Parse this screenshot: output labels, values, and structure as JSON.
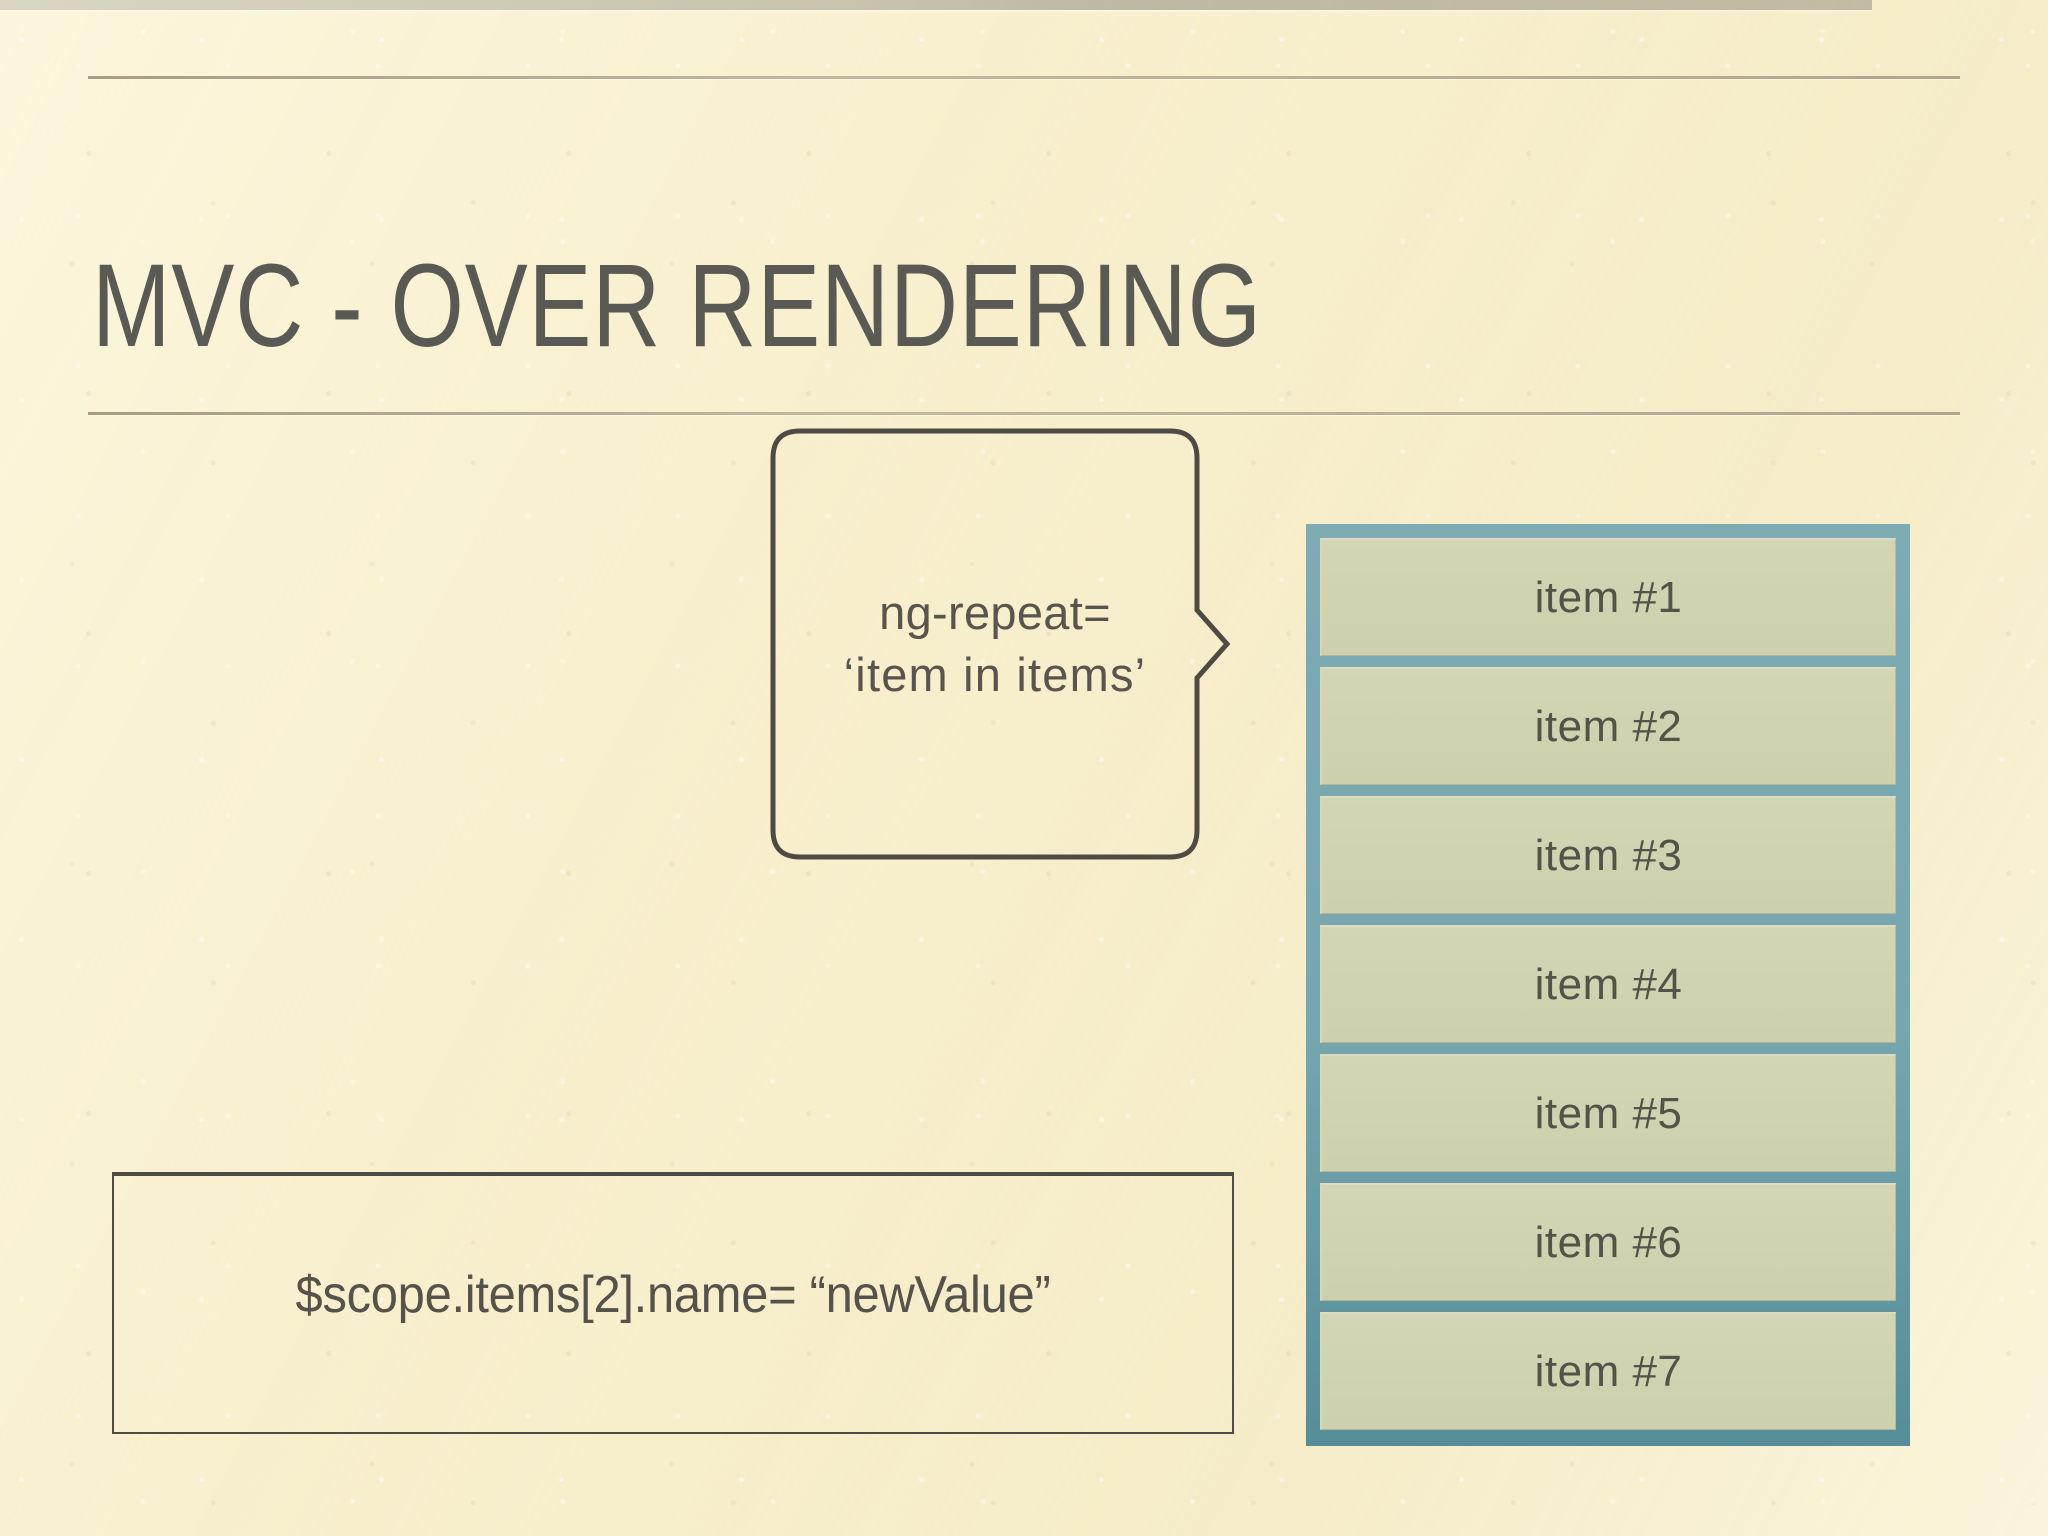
{
  "slide": {
    "title": "MVC - OVER RENDERING",
    "background_color": "#f8efcd",
    "rule_color": "#b8ab8c",
    "footer_rule_color": "#b9b5a0"
  },
  "callout": {
    "line1": "ng-repeat=",
    "line2": "‘item in items’",
    "border_color": "#4e4a44",
    "text_color": "#58544e"
  },
  "code_box": {
    "code": "$scope.items[2].name= “newValue”",
    "border_color": "#4e4a44",
    "text_color": "#55524c"
  },
  "item_list": {
    "panel_color": "#77a8b0",
    "item_fill_color": "#cfd2ae",
    "item_text_color": "#555249",
    "items": [
      {
        "label": "item #1"
      },
      {
        "label": "item #2"
      },
      {
        "label": "item #3"
      },
      {
        "label": "item #4"
      },
      {
        "label": "item #5"
      },
      {
        "label": "item #6"
      },
      {
        "label": "item #7"
      }
    ]
  }
}
